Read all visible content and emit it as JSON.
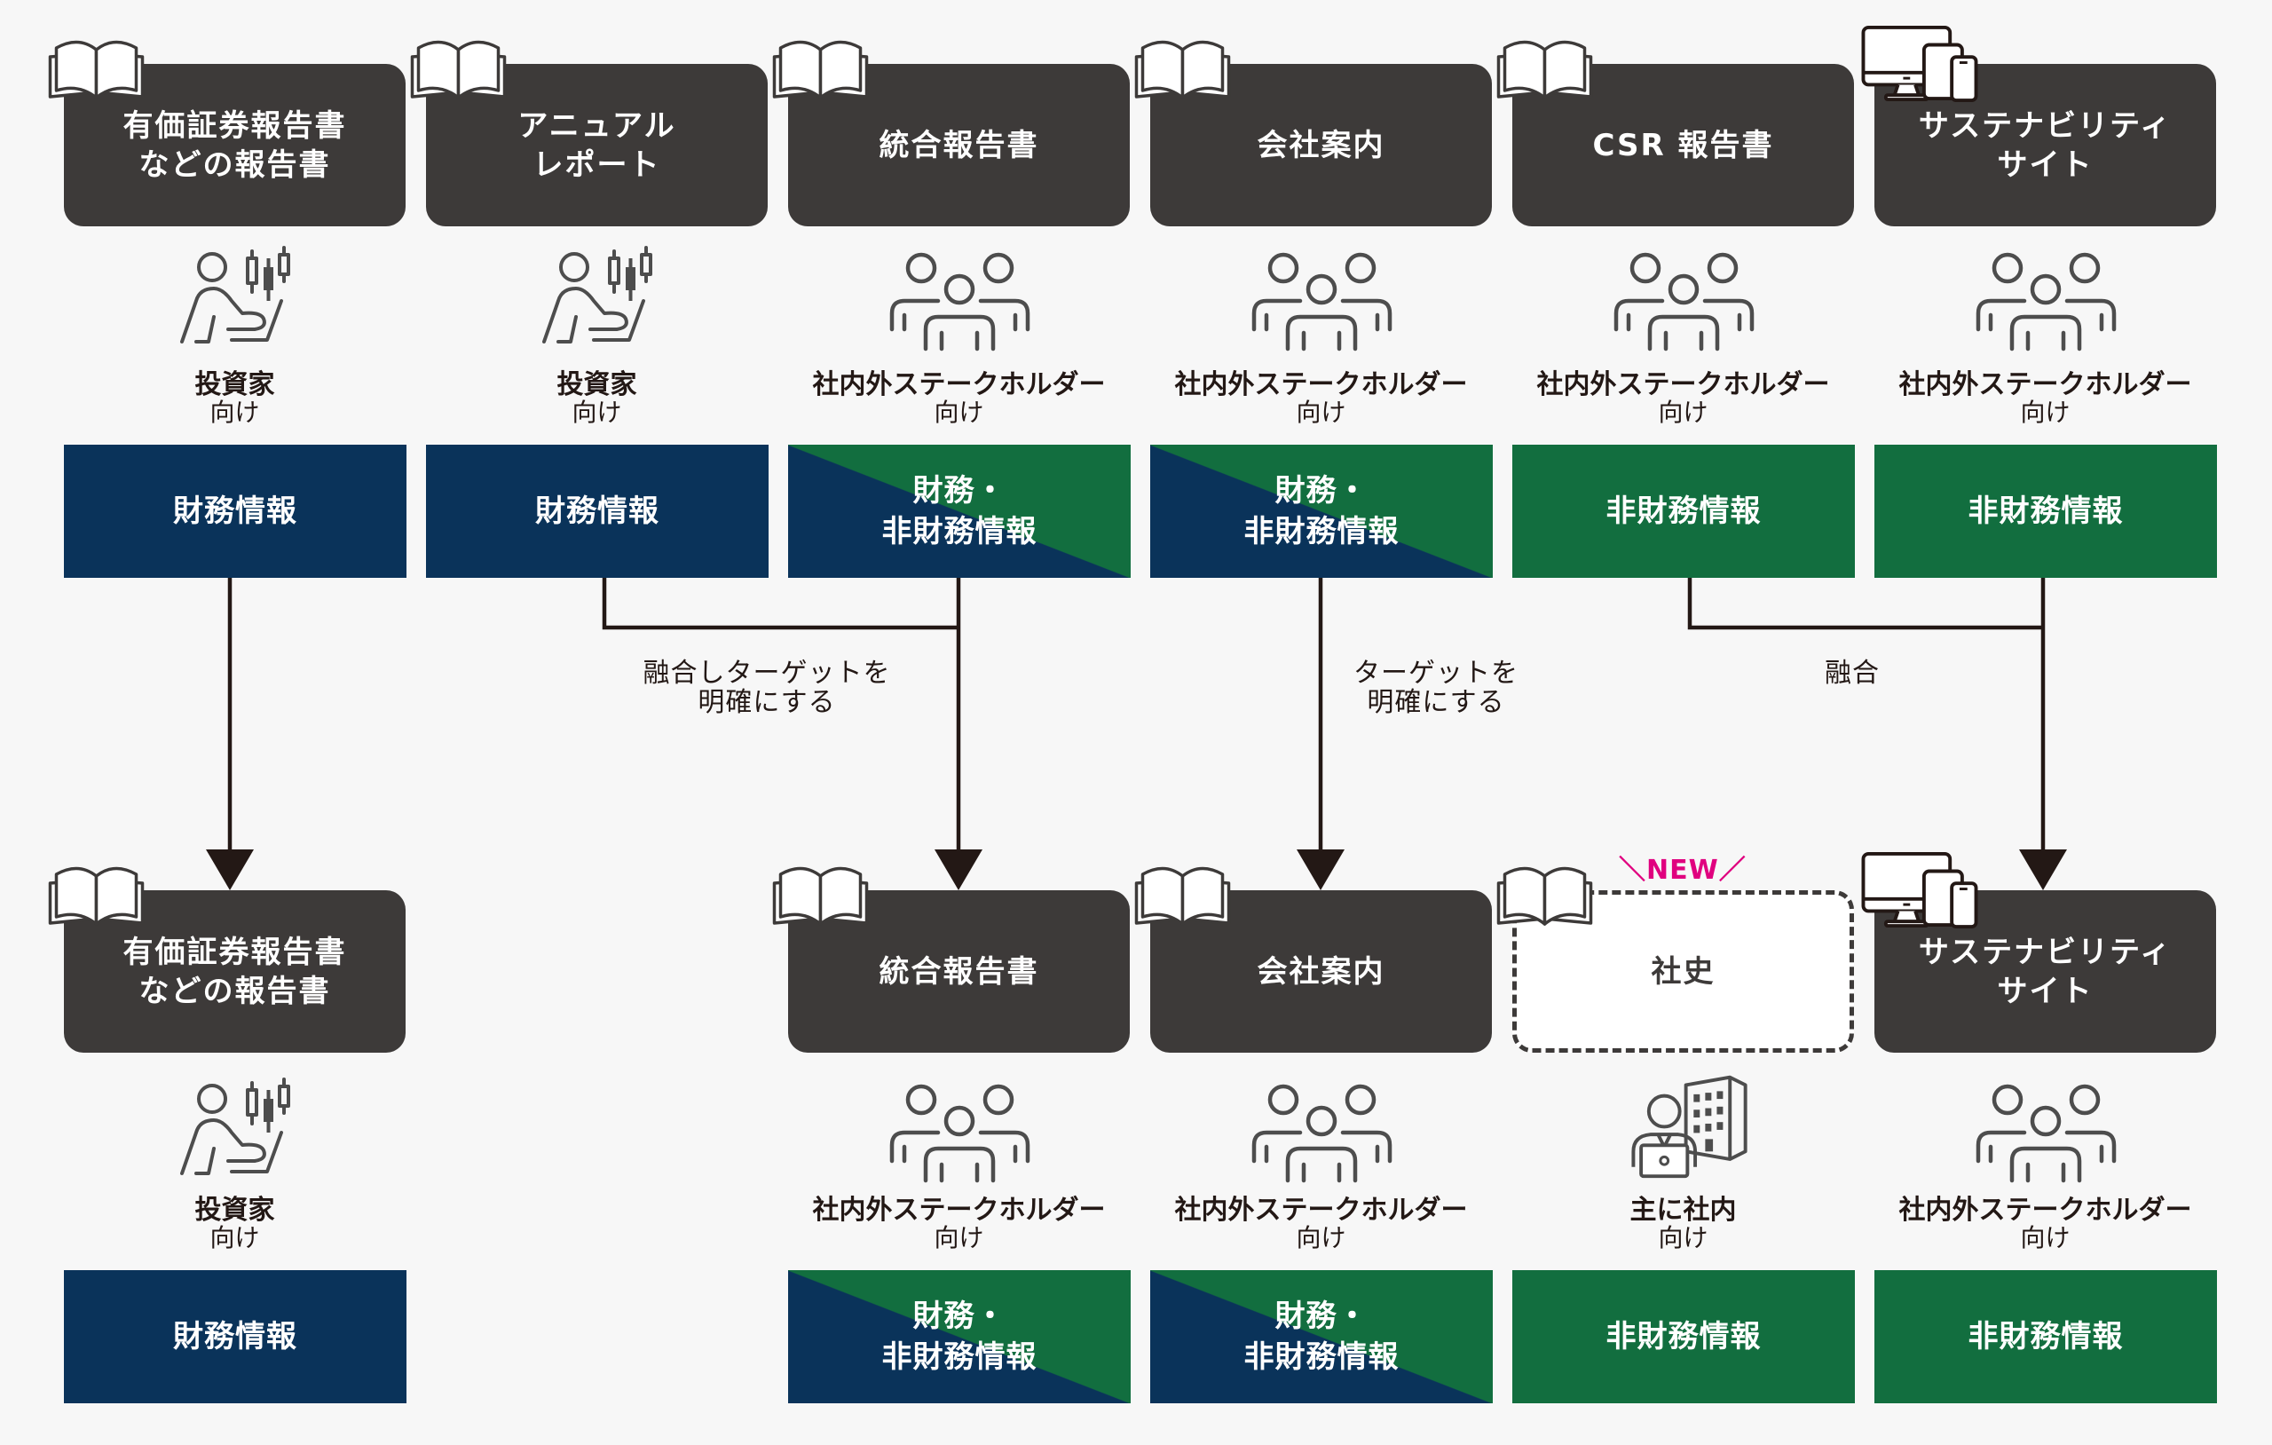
{
  "colors": {
    "doc_box": "#3d3a39",
    "financial": "#0a335a",
    "non_financial": "#126e3f",
    "new_badge": "#e0007f",
    "connector": "#231815",
    "icon_stroke": "#4d4d4d"
  },
  "before": [
    {
      "icon": "book-icon",
      "title": "有価証券報告書\nなどの報告書",
      "audience_icon": "investor-icon",
      "audience": "投資家",
      "audience_suffix": "向け",
      "info": "財務情報",
      "info_type": "financial"
    },
    {
      "icon": "book-icon",
      "title": "アニュアル\nレポート",
      "audience_icon": "investor-icon",
      "audience": "投資家",
      "audience_suffix": "向け",
      "info": "財務情報",
      "info_type": "financial"
    },
    {
      "icon": "book-icon",
      "title": "統合報告書",
      "audience_icon": "stakeholders-icon",
      "audience": "社内外ステークホルダー",
      "audience_suffix": "向け",
      "info": "財務・\n非財務情報",
      "info_type": "both"
    },
    {
      "icon": "book-icon",
      "title": "会社案内",
      "audience_icon": "stakeholders-icon",
      "audience": "社内外ステークホルダー",
      "audience_suffix": "向け",
      "info": "財務・\n非財務情報",
      "info_type": "both"
    },
    {
      "icon": "book-icon",
      "title": "CSR 報告書",
      "audience_icon": "stakeholders-icon",
      "audience": "社内外ステークホルダー",
      "audience_suffix": "向け",
      "info": "非財務情報",
      "info_type": "non_financial"
    },
    {
      "icon": "devices-icon",
      "title": "サステナビリティ\nサイト",
      "audience_icon": "stakeholders-icon",
      "audience": "社内外ステークホルダー",
      "audience_suffix": "向け",
      "info": "非財務情報",
      "info_type": "non_financial"
    }
  ],
  "after": [
    {
      "column": 0,
      "icon": "book-icon",
      "title": "有価証券報告書\nなどの報告書",
      "audience_icon": "investor-icon",
      "audience": "投資家",
      "audience_suffix": "向け",
      "info": "財務情報",
      "info_type": "financial"
    },
    {
      "column": 2,
      "icon": "book-icon",
      "title": "統合報告書",
      "audience_icon": "stakeholders-icon",
      "audience": "社内外ステークホルダー",
      "audience_suffix": "向け",
      "info": "財務・\n非財務情報",
      "info_type": "both"
    },
    {
      "column": 3,
      "icon": "book-icon",
      "title": "会社案内",
      "audience_icon": "stakeholders-icon",
      "audience": "社内外ステークホルダー",
      "audience_suffix": "向け",
      "info": "財務・\n非財務情報",
      "info_type": "both"
    },
    {
      "column": 4,
      "icon": "book-icon",
      "title": "社史",
      "new": true,
      "badge": "＼NEW／",
      "audience_icon": "office-worker-icon",
      "audience": "主に社内",
      "audience_suffix": "向け",
      "info": "非財務情報",
      "info_type": "non_financial"
    },
    {
      "column": 5,
      "icon": "devices-icon",
      "title": "サステナビリティ\nサイト",
      "audience_icon": "stakeholders-icon",
      "audience": "社内外ステークホルダー",
      "audience_suffix": "向け",
      "info": "非財務情報",
      "info_type": "non_financial"
    }
  ],
  "transitions": [
    {
      "from": [
        0
      ],
      "to": 0,
      "label": ""
    },
    {
      "from": [
        1,
        2
      ],
      "to": 2,
      "label": "融合しターゲットを\n明確にする"
    },
    {
      "from": [
        3
      ],
      "to": 3,
      "label": "ターゲットを\n明確にする"
    },
    {
      "from": [
        4,
        5
      ],
      "to": 5,
      "label": "融合"
    }
  ]
}
